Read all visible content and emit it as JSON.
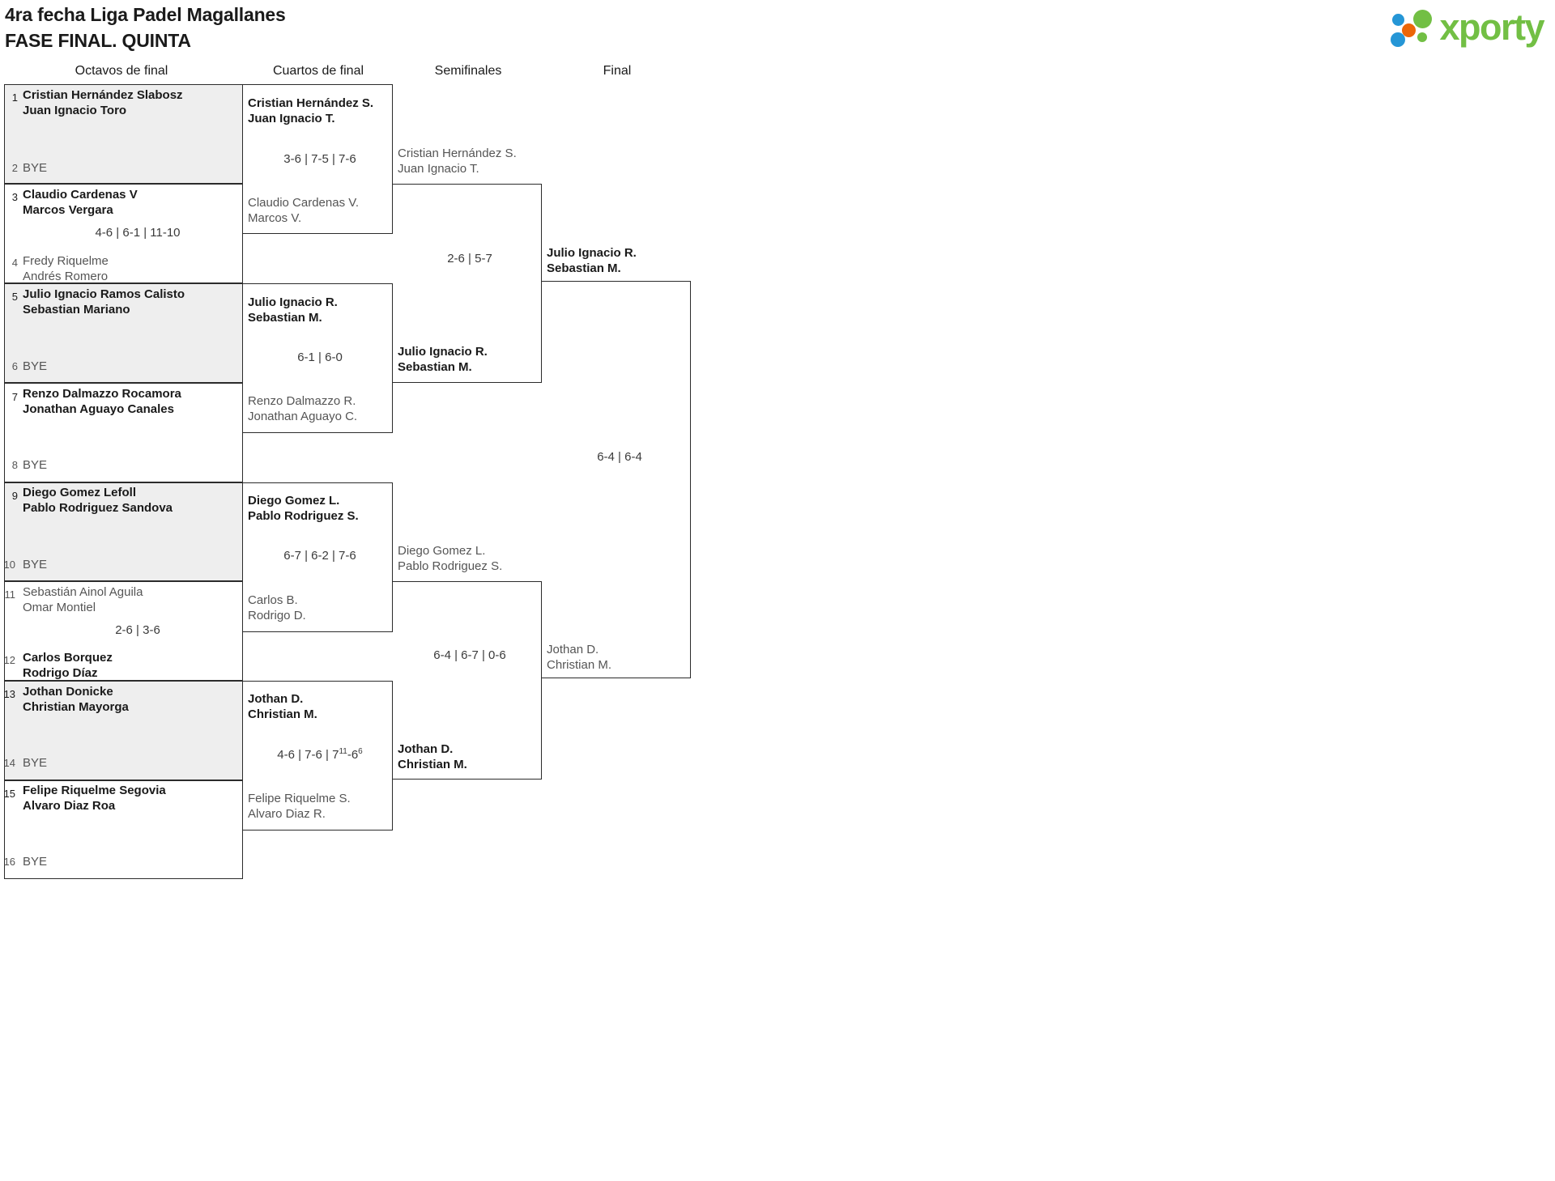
{
  "header": {
    "title_line1": "4ra fecha Liga Padel Magallanes",
    "title_line2": "FASE FINAL. QUINTA",
    "logo_text": "xporty",
    "logo_colors": {
      "blue": "#2596d6",
      "orange": "#ec6608",
      "green": "#72bf44"
    }
  },
  "rounds": [
    {
      "label": "Octavos de final"
    },
    {
      "label": "Cuartos de final"
    },
    {
      "label": "Semifinales"
    },
    {
      "label": "Final"
    }
  ],
  "bye_label": "BYE",
  "round1": {
    "matches": [
      {
        "top": {
          "seed": "1",
          "line1": "Cristian Hernández Slabosz",
          "line2": "Juan Ignacio Toro",
          "winner": true
        },
        "bottom": {
          "seed": "2",
          "line1": "BYE",
          "line2": "",
          "winner": false
        },
        "score": "",
        "shaded": true
      },
      {
        "top": {
          "seed": "3",
          "line1": "Claudio Cardenas V",
          "line2": "Marcos Vergara",
          "winner": true
        },
        "bottom": {
          "seed": "4",
          "line1": "Fredy Riquelme",
          "line2": "Andrés Romero",
          "winner": false
        },
        "score": "4-6 | 6-1 | 11-10",
        "shaded": false
      },
      {
        "top": {
          "seed": "5",
          "line1": "Julio Ignacio Ramos Calisto",
          "line2": "Sebastian Mariano",
          "winner": true
        },
        "bottom": {
          "seed": "6",
          "line1": "BYE",
          "line2": "",
          "winner": false
        },
        "score": "",
        "shaded": true
      },
      {
        "top": {
          "seed": "7",
          "line1": "Renzo Dalmazzo Rocamora",
          "line2": "Jonathan Aguayo Canales",
          "winner": true
        },
        "bottom": {
          "seed": "8",
          "line1": "BYE",
          "line2": "",
          "winner": false
        },
        "score": "",
        "shaded": false
      },
      {
        "top": {
          "seed": "9",
          "line1": "Diego Gomez Lefoll",
          "line2": "Pablo Rodriguez Sandova",
          "winner": true
        },
        "bottom": {
          "seed": "10",
          "line1": "BYE",
          "line2": "",
          "winner": false
        },
        "score": "",
        "shaded": true
      },
      {
        "top": {
          "seed": "11",
          "line1": "Sebastián Ainol Aguila",
          "line2": "Omar Montiel",
          "winner": false
        },
        "bottom": {
          "seed": "12",
          "line1": "Carlos Borquez",
          "line2": "Rodrigo Díaz",
          "winner": true
        },
        "score": "2-6 | 3-6",
        "shaded": false
      },
      {
        "top": {
          "seed": "13",
          "line1": "Jothan Donicke",
          "line2": "Christian Mayorga",
          "winner": true
        },
        "bottom": {
          "seed": "14",
          "line1": "BYE",
          "line2": "",
          "winner": false
        },
        "score": "",
        "shaded": true
      },
      {
        "top": {
          "seed": "15",
          "line1": "Felipe Riquelme Segovia",
          "line2": "Alvaro Diaz Roa",
          "winner": true
        },
        "bottom": {
          "seed": "16",
          "line1": "BYE",
          "line2": "",
          "winner": false
        },
        "score": "",
        "shaded": false
      }
    ]
  },
  "round2": {
    "matches": [
      {
        "top": {
          "line1": "Cristian Hernández S.",
          "line2": "Juan Ignacio T.",
          "winner": true
        },
        "bottom": {
          "line1": "Claudio Cardenas V.",
          "line2": "Marcos V.",
          "winner": false
        },
        "score": "3-6 | 7-5 | 7-6",
        "score_sets": [
          [
            "3",
            "6"
          ],
          [
            "7",
            "5"
          ],
          [
            "7",
            "6"
          ]
        ]
      },
      {
        "top": {
          "line1": "Julio Ignacio R.",
          "line2": "Sebastian M.",
          "winner": true
        },
        "bottom": {
          "line1": "Renzo Dalmazzo R.",
          "line2": "Jonathan Aguayo C.",
          "winner": false
        },
        "score": "6-1 | 6-0",
        "score_sets": [
          [
            "6",
            "1"
          ],
          [
            "6",
            "0"
          ]
        ]
      },
      {
        "top": {
          "line1": "Diego Gomez L.",
          "line2": "Pablo Rodriguez S.",
          "winner": true
        },
        "bottom": {
          "line1": "Carlos B.",
          "line2": "Rodrigo D.",
          "winner": false
        },
        "score": "6-7 | 6-2 | 7-6",
        "score_sets": [
          [
            "6",
            "7"
          ],
          [
            "6",
            "2"
          ],
          [
            "7",
            "6"
          ]
        ]
      },
      {
        "top": {
          "line1": "Jothan D.",
          "line2": "Christian M.",
          "winner": true
        },
        "bottom": {
          "line1": "Felipe Riquelme S.",
          "line2": "Alvaro Diaz R.",
          "winner": false
        },
        "score_html": "4-6 | 7-6 | 7<sup>11</sup>-6<sup>6</sup>",
        "score": "4-6 | 7-6 | 7(11)-6(6)"
      }
    ]
  },
  "round3": {
    "matches": [
      {
        "top": {
          "line1": "Cristian Hernández S.",
          "line2": "Juan Ignacio T.",
          "winner": false
        },
        "bottom": {
          "line1": "Julio Ignacio R.",
          "line2": "Sebastian M.",
          "winner": true
        },
        "score": "2-6 | 5-7"
      },
      {
        "top": {
          "line1": "Diego Gomez L.",
          "line2": "Pablo Rodriguez S.",
          "winner": false
        },
        "bottom": {
          "line1": "Jothan D.",
          "line2": "Christian M.",
          "winner": true
        },
        "score": "6-4 | 6-7 | 0-6"
      }
    ]
  },
  "round4": {
    "matches": [
      {
        "top": {
          "line1": "Julio Ignacio R.",
          "line2": "Sebastian M.",
          "winner": true
        },
        "bottom": {
          "line1": "Jothan D.",
          "line2": "Christian M.",
          "winner": false
        },
        "score": "6-4 | 6-4"
      }
    ]
  }
}
